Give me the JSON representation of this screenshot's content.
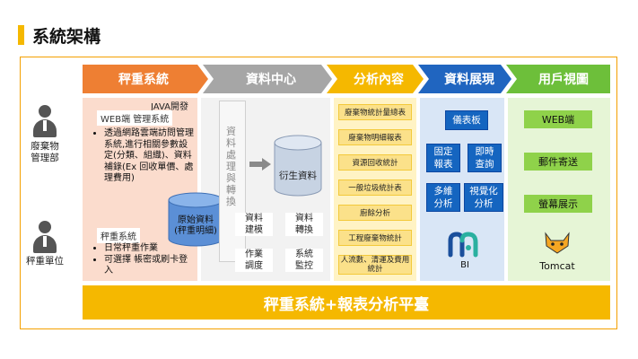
{
  "title": "系統架構",
  "header_arrows": [
    "秤重系統",
    "資料中心",
    "分析內容",
    "資料展現",
    "用戶視圖"
  ],
  "roles": {
    "waste_dept": [
      "廢棄物",
      "管理部"
    ],
    "weighing_unit": "秤重單位"
  },
  "weighing": {
    "java_label": "JAVA開發",
    "web_mgmt_label": "WEB端 管理系統",
    "web_bullet": "透過網路雲端訪問管理系統,進行相關參數設定(分類、組織)、資料補錄(Ex 回收單價、處理費用)",
    "scale_label": "秤重系統",
    "scale_bullets": [
      "日常秤重作業",
      "可選擇 帳密或刷卡登入"
    ],
    "raw_data": [
      "原始資料",
      "(秤重明細)"
    ]
  },
  "datacenter": {
    "processing_label": "資料處理與轉換",
    "derived_label": "衍生資料",
    "tasks": [
      [
        "資料",
        "建模"
      ],
      [
        "資料",
        "轉換"
      ],
      [
        "作業",
        "調度"
      ],
      [
        "系統",
        "監控"
      ]
    ]
  },
  "analysis_items": [
    "廢棄物統計量總表",
    "廢棄物明細報表",
    "資源回收統計",
    "一般垃圾統計表",
    "廚餘分析",
    "工程廢棄物統計",
    "人流數、清運及費用統計"
  ],
  "presentation": {
    "dashboard": "儀表板",
    "fixed_report": [
      "固定",
      "報表"
    ],
    "realtime": [
      "即時",
      "查詢"
    ],
    "multidim": [
      "多維",
      "分析"
    ],
    "visual": [
      "視覺化",
      "分析"
    ],
    "bi_label": "BI"
  },
  "user_views": [
    "WEB端",
    "郵件寄送",
    "螢幕展示"
  ],
  "tomcat_label": "Tomcat",
  "platform": "秤重系統+報表分析平臺",
  "colors": {
    "orange": "#ee7f33",
    "gray": "#9e9e9e",
    "yellow": "#f5b800",
    "blue": "#1e5fb5",
    "green": "#6dbf3a"
  }
}
